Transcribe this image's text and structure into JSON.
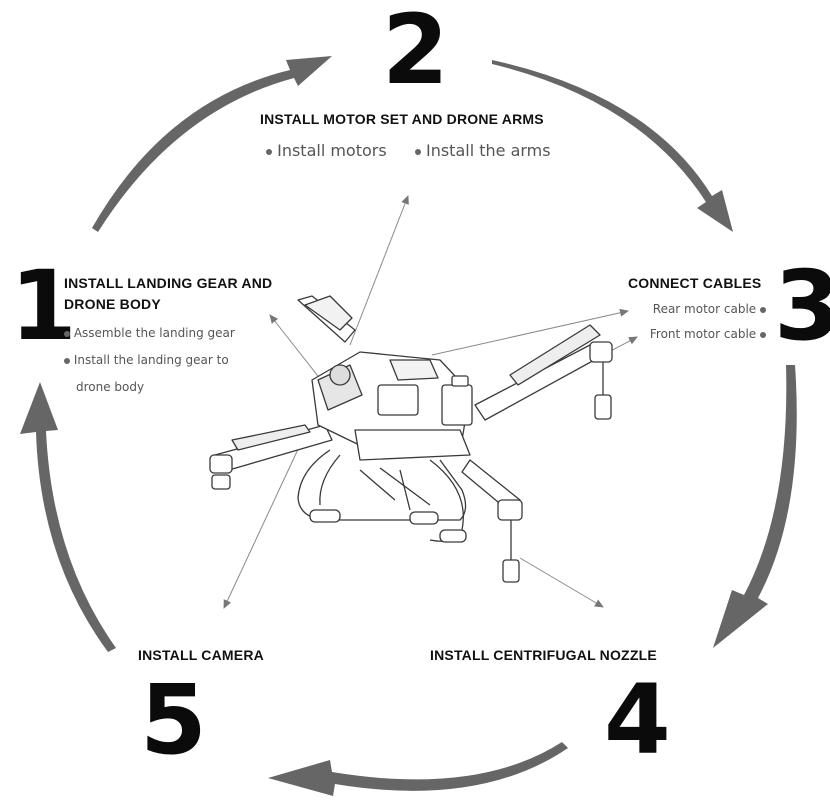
{
  "steps": [
    {
      "number": "1",
      "title_line1": "INSTALL LANDING GEAR AND",
      "title_line2": "DRONE BODY",
      "bullets": [
        "Assemble the landing gear",
        "Install the landing gear to",
        "drone body"
      ]
    },
    {
      "number": "2",
      "title": "INSTALL MOTOR SET AND DRONE ARMS",
      "bullets": [
        "Install motors",
        "Install the arms"
      ]
    },
    {
      "number": "3",
      "title": "CONNECT CABLES",
      "bullets": [
        "Rear motor cable",
        "Front motor cable"
      ]
    },
    {
      "number": "4",
      "title": "INSTALL CENTRIFUGAL NOZZLE"
    },
    {
      "number": "5",
      "title": "INSTALL CAMERA"
    }
  ],
  "colors": {
    "cycle_arrow": "#666666",
    "pointer": "#888888",
    "drone_line": "#3a3a3a",
    "text": "#111111"
  }
}
